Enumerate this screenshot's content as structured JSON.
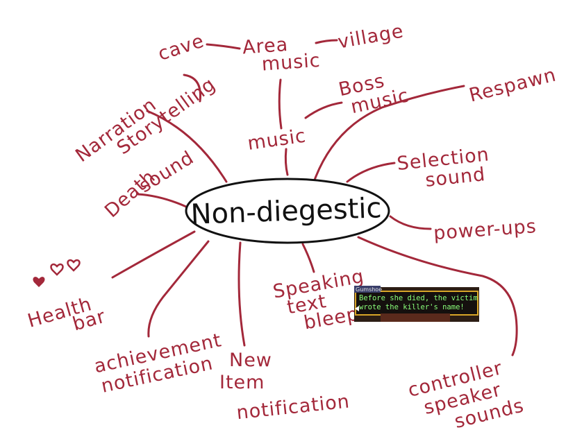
{
  "center": {
    "label": "Non-diegestic"
  },
  "nodes": {
    "area_music": [
      "Area",
      "music"
    ],
    "village": "village",
    "cave": "cave",
    "boss_music": [
      "Boss",
      "music"
    ],
    "music": "music",
    "respawn": "Respawn",
    "narration": "Narration",
    "storytelling": "Storytelling",
    "death_sound": [
      "Death",
      "sound"
    ],
    "selection_sound": [
      "Selection",
      "sound"
    ],
    "power_ups": "power-ups",
    "health_bar": [
      "Health",
      "bar"
    ],
    "speaking_text_bleep": [
      "Speaking",
      "text",
      "bleep"
    ],
    "achievement_notification": [
      "achievement",
      "notification"
    ],
    "new_item_notification": [
      "New",
      "Item",
      "notification"
    ],
    "controller_speaker_sounds": [
      "controller",
      "speaker",
      "sounds"
    ]
  },
  "game_box": {
    "speaker_name": "Gumshoe",
    "lines": [
      "Before she died, the victim",
      "wrote the killer's name!"
    ],
    "colors": {
      "text": "#8aff7a",
      "frame": "#d9a628",
      "bg": "#2c1d14"
    }
  },
  "colors": {
    "ink": "#a3283a",
    "center_text": "#111111"
  }
}
